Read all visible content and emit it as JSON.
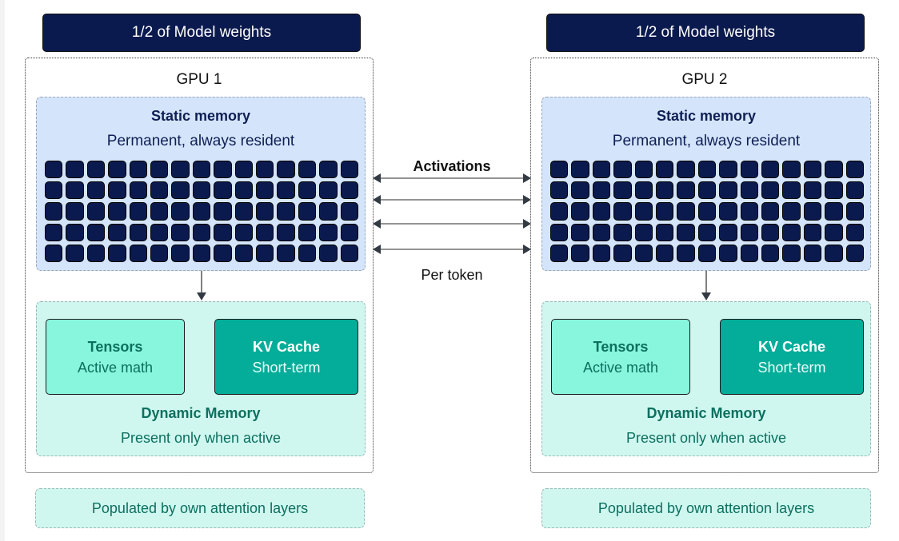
{
  "diagram": {
    "colors": {
      "weights_header_bg": "#0b1a4e",
      "static_bg": "#d4e5fb",
      "static_text": "#0f1f55",
      "weight_block": "#0b1a4e",
      "dynamic_bg": "#cff7f0",
      "dynamic_text": "#0d705e",
      "tensors_bg": "#88f5dd",
      "kv_cache_bg": "#04ad99",
      "arrow": "#333a44"
    },
    "weight_grid": {
      "columns": 15,
      "rows": 5
    },
    "interconnect": {
      "top_label": "Activations",
      "bottom_label": "Per token",
      "arrow_count": 4,
      "arrow_type": "bidirectional"
    },
    "gpus": [
      {
        "header": "1/2 of Model weights",
        "title": "GPU 1",
        "static_memory": {
          "title": "Static memory",
          "subtitle": "Permanent, always resident"
        },
        "dynamic_memory": {
          "tensors": {
            "title": "Tensors",
            "subtitle": "Active math"
          },
          "kv_cache": {
            "title": "KV Cache",
            "subtitle": "Short-term"
          },
          "title": "Dynamic Memory",
          "subtitle": "Present only when active"
        },
        "footer": "Populated by own attention layers"
      },
      {
        "header": "1/2 of Model weights",
        "title": "GPU 2",
        "static_memory": {
          "title": "Static memory",
          "subtitle": "Permanent, always resident"
        },
        "dynamic_memory": {
          "tensors": {
            "title": "Tensors",
            "subtitle": "Active math"
          },
          "kv_cache": {
            "title": "KV Cache",
            "subtitle": "Short-term"
          },
          "title": "Dynamic Memory",
          "subtitle": "Present only when active"
        },
        "footer": "Populated by own attention layers"
      }
    ]
  }
}
